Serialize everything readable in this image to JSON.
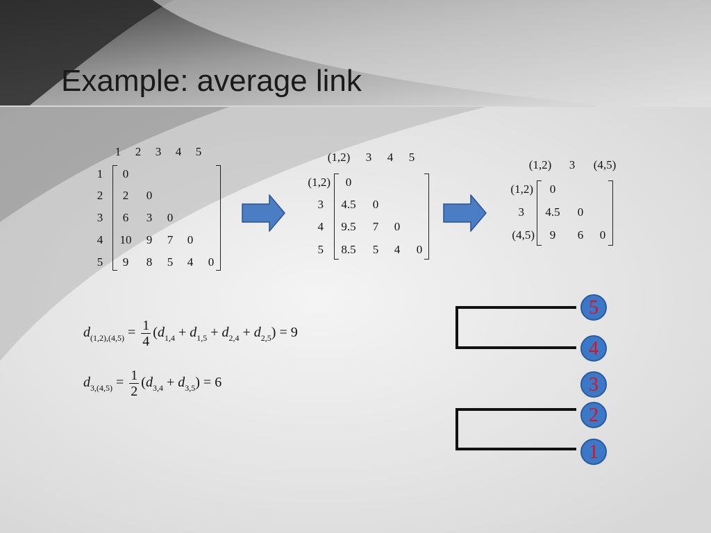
{
  "slide": {
    "title": "Example: average link"
  },
  "matrix1": {
    "col_headers": [
      "1",
      "2",
      "3",
      "4",
      "5"
    ],
    "row_headers": [
      "1",
      "2",
      "3",
      "4",
      "5"
    ],
    "rows": [
      [
        "0"
      ],
      [
        "2",
        "0"
      ],
      [
        "6",
        "3",
        "0"
      ],
      [
        "10",
        "9",
        "7",
        "0"
      ],
      [
        "9",
        "8",
        "5",
        "4",
        "0"
      ]
    ]
  },
  "matrix2": {
    "col_headers": [
      "(1,2)",
      "3",
      "4",
      "5"
    ],
    "row_headers": [
      "(1,2)",
      "3",
      "4",
      "5"
    ],
    "rows": [
      [
        "0"
      ],
      [
        "4.5",
        "0"
      ],
      [
        "9.5",
        "7",
        "0"
      ],
      [
        "8.5",
        "5",
        "4",
        "0"
      ]
    ]
  },
  "matrix3": {
    "col_headers": [
      "(1,2)",
      "3",
      "(4,5)"
    ],
    "row_headers": [
      "(1,2)",
      "3",
      "(4,5)"
    ],
    "rows": [
      [
        "0"
      ],
      [
        "4.5",
        "0"
      ],
      [
        "9",
        "6",
        "0"
      ]
    ]
  },
  "equations": {
    "eq1": {
      "lhs_var": "d",
      "lhs_sub": "(1,2),(4,5)",
      "equals": "=",
      "frac_num": "1",
      "frac_den": "4",
      "terms": [
        {
          "var": "d",
          "sub": "1,4"
        },
        {
          "var": "d",
          "sub": "1,5"
        },
        {
          "var": "d",
          "sub": "2,4"
        },
        {
          "var": "d",
          "sub": "2,5"
        }
      ],
      "result": "9"
    },
    "eq2": {
      "lhs_var": "d",
      "lhs_sub": "3,(4,5)",
      "equals": "=",
      "frac_num": "1",
      "frac_den": "2",
      "terms": [
        {
          "var": "d",
          "sub": "3,4"
        },
        {
          "var": "d",
          "sub": "3,5"
        }
      ],
      "result": "6"
    }
  },
  "dendrogram": {
    "leaves": [
      "5",
      "4",
      "3",
      "2",
      "1"
    ],
    "colors": {
      "leaf_fill": "#3b79c8",
      "leaf_text": "#e0101a",
      "arrow": "#4a7dc3"
    }
  }
}
